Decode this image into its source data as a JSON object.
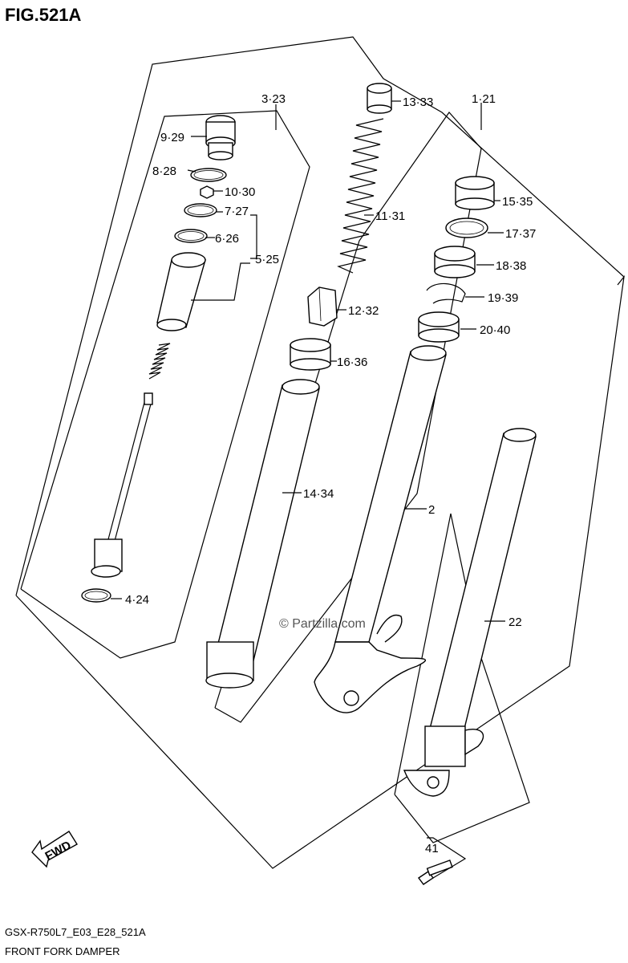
{
  "figure_title": "FIG.521A",
  "footer": {
    "model_code": "GSX-R750L7_E03_E28_521A",
    "caption": "FRONT FORK DAMPER"
  },
  "watermark": "© Partzilla.com",
  "fwd_arrow_label": "FWD",
  "callouts": {
    "c1": "1·21",
    "c2": "2",
    "c3": "3·23",
    "c4": "4·24",
    "c5": "5·25",
    "c6": "6·26",
    "c7": "7·27",
    "c8": "8·28",
    "c9": "9·29",
    "c10": "10·30",
    "c11": "11·31",
    "c12": "12·32",
    "c13": "13·33",
    "c14": "14·34",
    "c15": "15·35",
    "c16": "16·36",
    "c17": "17·37",
    "c18": "18·38",
    "c19": "19·39",
    "c20": "20·40",
    "c22": "22",
    "c41": "41"
  }
}
